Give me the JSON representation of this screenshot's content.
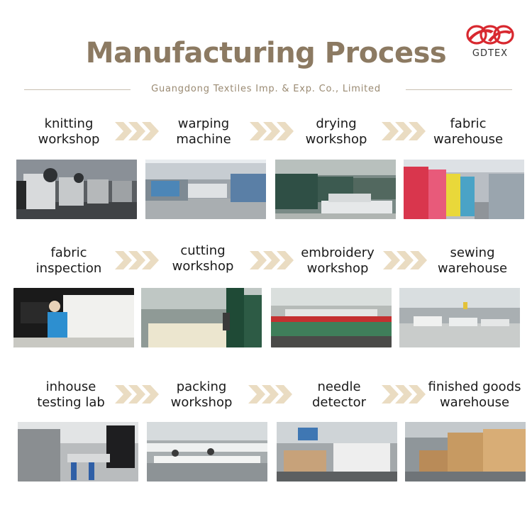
{
  "header": {
    "title": "Manufacturing Process",
    "subtitle": "Guangdong Textiles Imp. & Exp. Co., Limited",
    "logo_text": "GDTEX",
    "logo_color": "#d8282f",
    "title_color": "#8c7a62",
    "arrow_color": "#eadcc2"
  },
  "steps": [
    {
      "line1": "knitting",
      "line2": "workshop",
      "photo": "knitting-workshop-photo"
    },
    {
      "line1": "warping",
      "line2": "machine",
      "photo": "warping-machine-photo"
    },
    {
      "line1": "drying",
      "line2": "workshop",
      "photo": "drying-workshop-photo"
    },
    {
      "line1": "fabric",
      "line2": "warehouse",
      "photo": "fabric-warehouse-photo"
    },
    {
      "line1": "fabric",
      "line2": "inspection",
      "photo": "fabric-inspection-photo"
    },
    {
      "line1": "cutting",
      "line2": "workshop",
      "photo": "cutting-workshop-photo"
    },
    {
      "line1": "embroidery",
      "line2": "workshop",
      "photo": "embroidery-workshop-photo"
    },
    {
      "line1": "sewing",
      "line2": "warehouse",
      "photo": "sewing-warehouse-photo"
    },
    {
      "line1": "inhouse",
      "line2": "testing lab",
      "photo": "testing-lab-photo"
    },
    {
      "line1": "packing",
      "line2": "workshop",
      "photo": "packing-workshop-photo"
    },
    {
      "line1": "needle",
      "line2": "detector",
      "photo": "needle-detector-photo"
    },
    {
      "line1": "finished goods",
      "line2": "warehouse",
      "photo": "finished-goods-warehouse-photo"
    }
  ]
}
